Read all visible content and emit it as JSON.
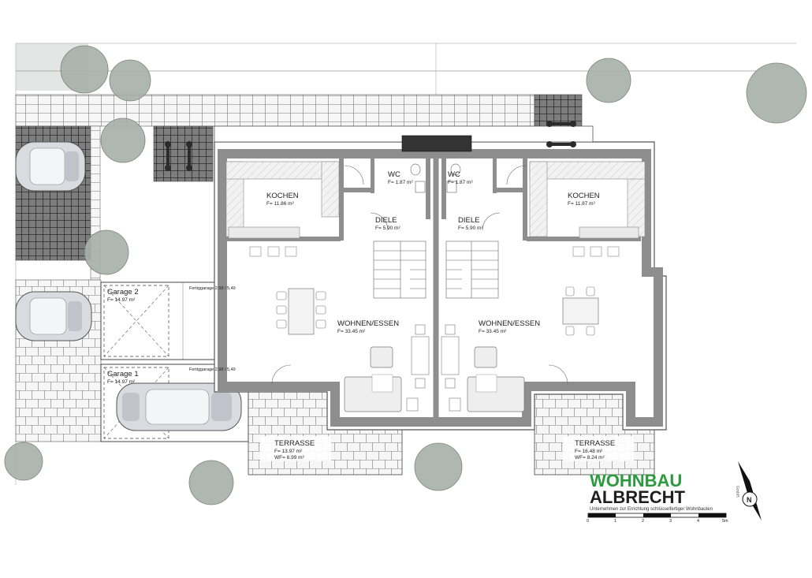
{
  "rooms": {
    "kochen_left": {
      "name": "KOCHEN",
      "area": "F= 11.86 m²"
    },
    "kochen_right": {
      "name": "KOCHEN",
      "area": "F= 11.87 m²"
    },
    "wc_left": {
      "name": "WC",
      "area": "F= 1.87 m²"
    },
    "wc_right": {
      "name": "WC",
      "area": "F= 1.87 m²"
    },
    "diele_left": {
      "name": "DIELE",
      "area": "F= 5.90 m²"
    },
    "diele_right": {
      "name": "DIELE",
      "area": "F= 5.90 m²"
    },
    "wohnen_left": {
      "name": "WOHNEN/ESSEN",
      "area": "F= 33.45 m²"
    },
    "wohnen_right": {
      "name": "WOHNEN/ESSEN",
      "area": "F= 33.45 m²"
    },
    "terrasse_left": {
      "name": "TERRASSE",
      "area": "F= 13.97 m²",
      "wf": "WF= 6.99 m²"
    },
    "terrasse_right": {
      "name": "TERRASSE",
      "area": "F= 16.48 m²",
      "wf": "WF= 8.24 m²"
    }
  },
  "garages": {
    "garage2": {
      "name": "Garage 2",
      "area": "F= 14.97 m²",
      "note": "Fertiggarage 2,98 / 5,49"
    },
    "garage1": {
      "name": "Garage 1",
      "area": "F= 14.97 m²",
      "note": "Fertiggarage 2,98 / 5,49"
    }
  },
  "logo": {
    "line1": "WOHNBAU",
    "line2": "ALBRECHT",
    "gmbh": "GmbH",
    "tagline": "Unternehmen zur Errichtung schlüsselfertiger Wohnbauten"
  },
  "scale": {
    "ticks": [
      "0",
      "1",
      "2",
      "3",
      "4",
      "5m"
    ]
  },
  "north": {
    "label": "N"
  },
  "colors": {
    "wall": "#8e8e8e",
    "floor": "#ffffff",
    "paving": "#f4f4f4",
    "tree": "#a7b0ab",
    "logo_green": "#2a9a3c",
    "logo_dark": "#1f1f1f"
  }
}
